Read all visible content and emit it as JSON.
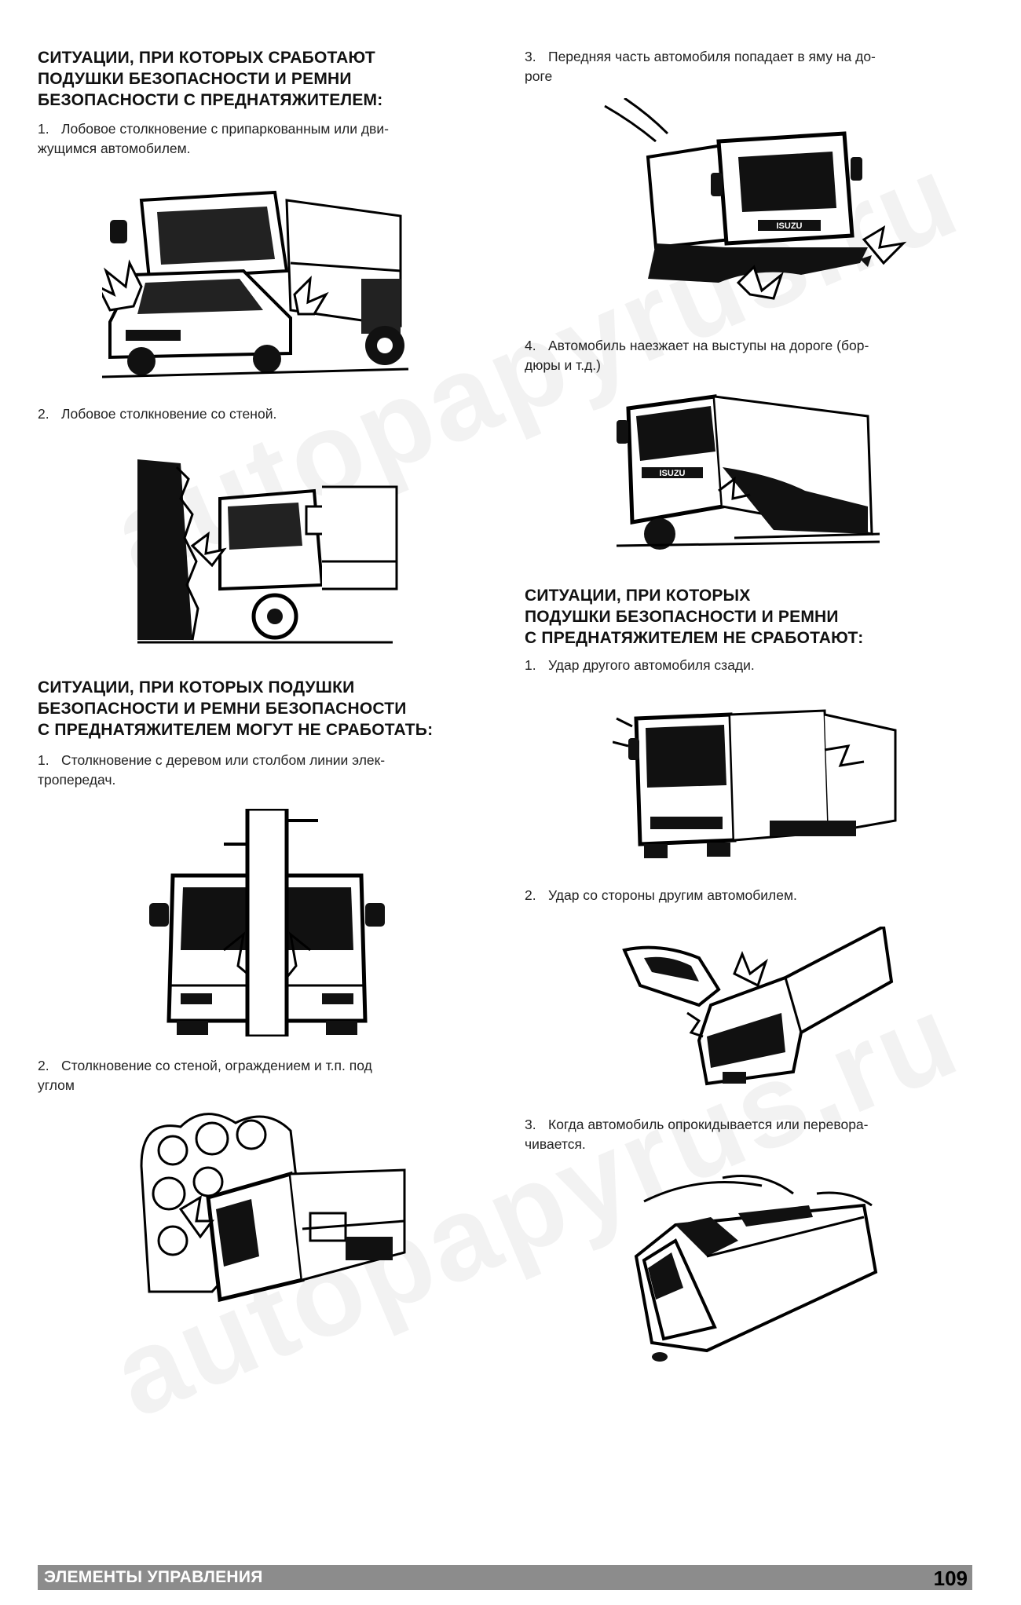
{
  "watermark": "autopapyrus.ru",
  "left_column": {
    "section1": {
      "heading": [
        "СИТУАЦИИ, ПРИ КОТОРЫХ СРАБОТАЮТ",
        "ПОДУШКИ БЕЗОПАСНОСТИ И РЕМНИ",
        "БЕЗОПАСНОСТИ С ПРЕДНАТЯЖИТЕЛЕМ:"
      ],
      "items": [
        {
          "num": "1.",
          "lines": [
            "Лобовое столкновение с припаркованным или дви-",
            "жущимся автомобилем."
          ]
        },
        {
          "num": "2.",
          "lines": [
            "Лобовое столкновение со стеной."
          ]
        }
      ]
    },
    "section2": {
      "heading": [
        "СИТУАЦИИ, ПРИ КОТОРЫХ ПОДУШКИ",
        "БЕЗОПАСНОСТИ И РЕМНИ БЕЗОПАСНОСТИ",
        "С ПРЕДНАТЯЖИТЕЛЕМ МОГУТ НЕ СРАБОТАТЬ:"
      ],
      "items": [
        {
          "num": "1.",
          "lines": [
            "Столкновение с деревом или столбом линии элек-",
            "тропередач."
          ]
        },
        {
          "num": "2.",
          "lines": [
            "Столкновение со стеной, ограждением и т.п. под",
            "углом"
          ]
        }
      ]
    }
  },
  "right_column": {
    "section1_cont": {
      "items": [
        {
          "num": "3.",
          "lines": [
            "Передняя часть автомобиля попадает в яму на до-",
            "роге"
          ]
        },
        {
          "num": "4.",
          "lines": [
            "Автомобиль наезжает на выступы на дороге (бор-",
            "дюры и т.д.)"
          ]
        }
      ]
    },
    "section3": {
      "heading": [
        "СИТУАЦИИ, ПРИ КОТОРЫХ",
        "ПОДУШКИ БЕЗОПАСНОСТИ И РЕМНИ",
        "С ПРЕДНАТЯЖИТЕЛЕМ НЕ СРАБОТАЮТ:"
      ],
      "items": [
        {
          "num": "1.",
          "lines": [
            "Удар другого автомобиля сзади."
          ]
        },
        {
          "num": "2.",
          "lines": [
            "Удар со стороны другим автомобилем."
          ]
        },
        {
          "num": "3.",
          "lines": [
            "Когда автомобиль опрокидывается или перевора-",
            "чивается."
          ]
        }
      ]
    }
  },
  "truck_brand": "ISUZU",
  "footer": {
    "title": "ЭЛЕМЕНТЫ УПРАВЛЕНИЯ",
    "page_number": "109"
  }
}
